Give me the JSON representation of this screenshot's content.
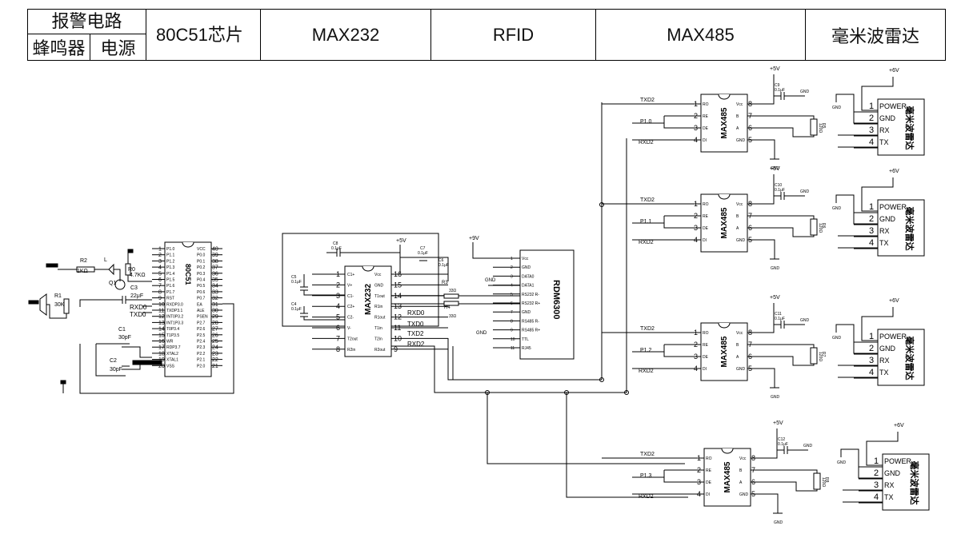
{
  "header": {
    "alarm_line": "报警电路",
    "buzzer": "蜂鸣器",
    "power": "电源",
    "chip": "80C51芯片",
    "max232": "MAX232",
    "rfid": "RFID",
    "max485": "MAX485",
    "radar": "毫米波雷达"
  },
  "mcu": {
    "name": "80C51",
    "left_pins": [
      "P1.0",
      "P1.1",
      "P1.2",
      "P1.3",
      "P1.4",
      "P1.5",
      "P1.6",
      "P1.7",
      "RST",
      "RXDP3.0",
      "TXDP3.1",
      "INT0P3.2",
      "INT1P3.3",
      "T0P3.4",
      "T1P3.5",
      "WR",
      "RDP3.7",
      "XTAL2",
      "XTAL1",
      "VSS"
    ],
    "right_pins": [
      "VCC",
      "P0.0",
      "P0.1",
      "P0.2",
      "P0.3",
      "P0.4",
      "P0.5",
      "P0.6",
      "P0.7",
      "EA",
      "ALE",
      "PSEN",
      "P2.7",
      "P2.6",
      "P2.5",
      "P2.4",
      "P2.3",
      "P2.2",
      "P2.1",
      "P2.0"
    ],
    "left_nums": [
      "1",
      "2",
      "3",
      "4",
      "5",
      "6",
      "7",
      "8",
      "9",
      "10",
      "11",
      "12",
      "13",
      "14",
      "15",
      "16",
      "17",
      "18",
      "19",
      "20"
    ],
    "right_nums": [
      "40",
      "39",
      "38",
      "37",
      "36",
      "35",
      "34",
      "33",
      "32",
      "31",
      "30",
      "29",
      "28",
      "27",
      "26",
      "25",
      "24",
      "23",
      "22",
      "21"
    ],
    "rxd": "RXD0",
    "txd": "TXD0"
  },
  "alarm": {
    "r2": "R2",
    "r2_val": "1KΩ",
    "l": "L",
    "r0": "R0",
    "r0_val": "4.7KΩ",
    "q1": "Q1",
    "c3": "C3",
    "c3_val": "22μF",
    "r1": "R1",
    "r1_val": "30KΩ",
    "c1": "C1",
    "c1_val": "30pF",
    "c2": "C2",
    "c2_val": "30pF"
  },
  "max232": {
    "name": "MAX232",
    "left_pins": [
      "C1+",
      "V+",
      "C1-",
      "C2+",
      "C2-",
      "V-",
      "T2out",
      "R2in"
    ],
    "left_nums": [
      "1",
      "2",
      "3",
      "4",
      "5",
      "6",
      "7",
      "8"
    ],
    "right_pins": [
      "Vcc",
      "GND",
      "T1out",
      "R1in",
      "R1out",
      "T1in",
      "T2in",
      "R2out"
    ],
    "right_nums": [
      "16",
      "15",
      "14",
      "13",
      "12",
      "11",
      "10",
      "9"
    ],
    "c8": "C8",
    "c8_val": "0.1μF",
    "c7": "C7",
    "c7_val": "0.1μF",
    "c6": "C6",
    "c6_val": "0.1μF",
    "c5": "C5",
    "c5_val": "0.1μF",
    "c4": "C4",
    "c4_val": "0.1μF",
    "vcc": "+5V",
    "net_rxd0": "RXD0",
    "net_txd0": "TXD0",
    "net_txd2": "TXD2",
    "net_rxd2": "RXD2"
  },
  "rfid": {
    "name": "RDM6300",
    "pins": [
      "Vcc",
      "GND",
      "DATA0",
      "DATA1",
      "RS232 R-",
      "RS232 R+",
      "GND",
      "RS485 R-",
      "RS485 R+",
      "TTL",
      "RJ45"
    ],
    "nums": [
      "1",
      "2",
      "3",
      "4",
      "5",
      "6",
      "7",
      "8",
      "9",
      "10",
      "11"
    ],
    "r3": "R3",
    "r3_val": "33Ω",
    "r4": "R4",
    "r4_val": "33Ω",
    "vcc": "+9V",
    "gnd": "GND"
  },
  "max485_units": [
    {
      "name": "MAX485",
      "cap": "C9",
      "cap_val": "0.1μF",
      "res": "R5",
      "res_val": "120Ω",
      "p": "P1.0"
    },
    {
      "name": "MAX485",
      "cap": "C10",
      "cap_val": "0.1μF",
      "res": "R6",
      "res_val": "120Ω",
      "p": "P1.1"
    },
    {
      "name": "MAX485",
      "cap": "C11",
      "cap_val": "0.1μF",
      "res": "R7",
      "res_val": "120Ω",
      "p": "P1.2"
    },
    {
      "name": "MAX485",
      "cap": "C12",
      "cap_val": "0.1μF",
      "res": "R8",
      "res_val": "120Ω",
      "p": "P1.3"
    }
  ],
  "max485_common": {
    "left_pins": [
      "RO",
      "RE",
      "DE",
      "DI"
    ],
    "left_nums": [
      "1",
      "2",
      "3",
      "4"
    ],
    "right_pins": [
      "Vcc",
      "B",
      "A",
      "GND"
    ],
    "right_nums": [
      "8",
      "7",
      "6",
      "5"
    ],
    "txd": "TXD2",
    "rxd": "RXD2",
    "vcc": "+5V",
    "gnd": "GND"
  },
  "radar": {
    "name": "毫米波雷达",
    "pins": [
      "POWER",
      "GND",
      "RX",
      "TX"
    ],
    "nums": [
      "1",
      "2",
      "3",
      "4"
    ],
    "vcc": "+6V",
    "gnd": "GND"
  }
}
